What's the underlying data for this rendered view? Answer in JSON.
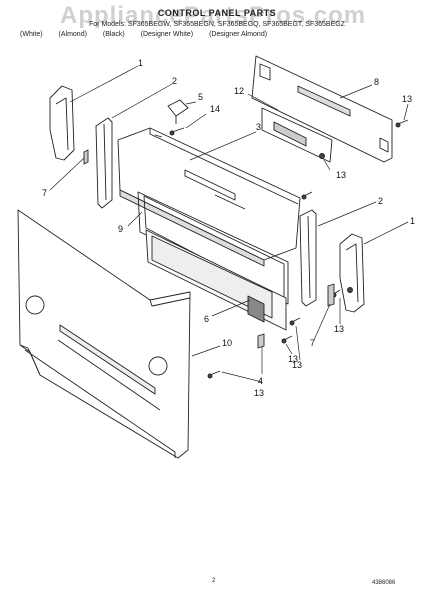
{
  "watermark": "AppliancePartsPros.com",
  "title": "CONTROL PANEL PARTS",
  "models_line": "For Models: SF365BEGW, SF365BEGN, SF365BEGQ, SF365BEGT, SF365BEGZ",
  "color_labels": [
    "(White)",
    "(Almond)",
    "(Black)",
    "(Designer White)",
    "(Designer Almond)"
  ],
  "callouts": {
    "c1a": "1",
    "c2a": "2",
    "c5": "5",
    "c14": "14",
    "c3": "3",
    "c12": "12",
    "c8": "8",
    "c13a": "13",
    "c13b": "13",
    "c7a": "7",
    "c9": "9",
    "c2b": "2",
    "c1b": "1",
    "c6": "6",
    "c13c": "13",
    "c7b": "7",
    "c13d": "13",
    "c13e": "13",
    "c10": "10",
    "c4": "4",
    "c13f": "13"
  },
  "page_number": "2",
  "doc_number": "4386086"
}
